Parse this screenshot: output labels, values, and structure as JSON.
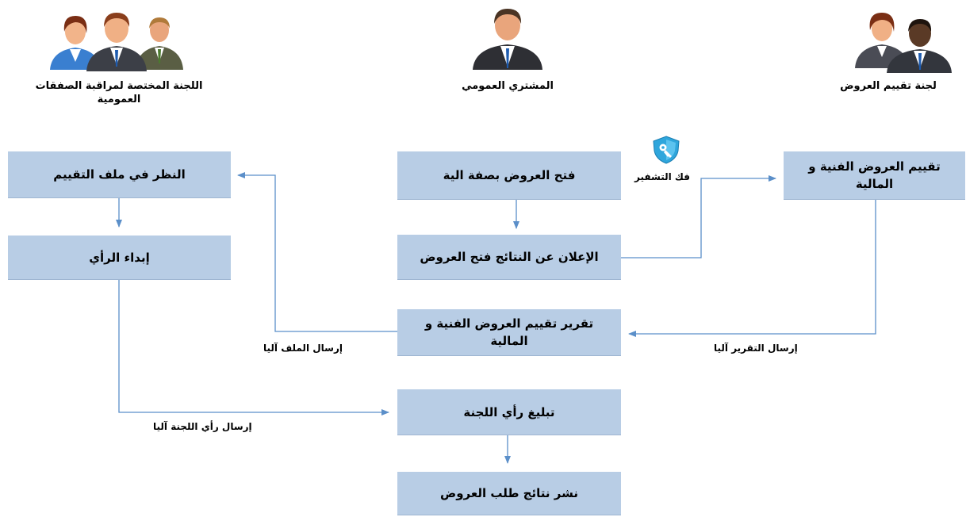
{
  "actors": {
    "committee_control": "اللجنة المختصة لمراقبة الصفقات العمومية",
    "buyer": "المشتري العمومي",
    "evaluation_committee": "لجنة تقييم العروض"
  },
  "boxes": {
    "review_file": "النظر في ملف التقييم",
    "give_opinion": "إبداء الرأي",
    "open_offers": "فتح العروض بصفة الية",
    "announce_results": "الإعلان عن النتائج فتح العروض",
    "evaluate_offers": "تقييم العروض الفنية و المالية",
    "evaluation_report": "تقرير تقييم العروض الفنية و المالية",
    "notify_opinion": "تبليغ رأي اللجنة",
    "publish_results": "نشر نتائج طلب العروض"
  },
  "edge_labels": {
    "decrypt": "فك التشفير",
    "send_report": "إرسال التقرير آليا",
    "send_file": "إرسال الملف  آليا",
    "send_opinion": "إرسال رأي اللجنة آليا"
  },
  "colors": {
    "box_fill": "#b8cde5",
    "arrow": "#5b8fc9",
    "shield": "#2fa6dc"
  }
}
